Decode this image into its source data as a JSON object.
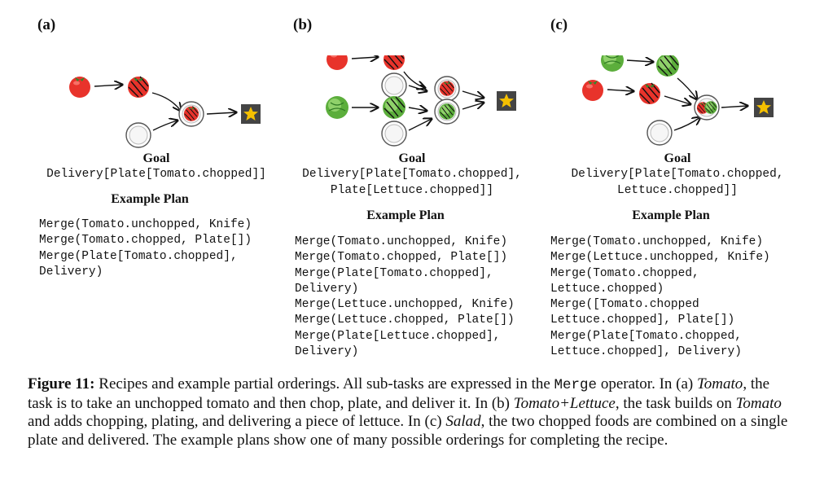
{
  "panels": [
    {
      "label": "(a)",
      "goal_title": "Goal",
      "goal_lines": [
        "Delivery[Plate[Tomato.chopped]]"
      ],
      "plan_title": "Example Plan",
      "plan": [
        "Merge(Tomato.unchopped, Knife)",
        "Merge(Tomato.chopped, Plate[])",
        "Merge(Plate[Tomato.chopped],",
        "Delivery)"
      ]
    },
    {
      "label": "(b)",
      "goal_title": "Goal",
      "goal_lines": [
        "Delivery[Plate[Tomato.chopped],",
        "Plate[Lettuce.chopped]]"
      ],
      "plan_title": "Example Plan",
      "plan": [
        "Merge(Tomato.unchopped, Knife)",
        "Merge(Tomato.chopped, Plate[])",
        "Merge(Plate[Tomato.chopped],",
        "Delivery)",
        "Merge(Lettuce.unchopped, Knife)",
        "Merge(Lettuce.chopped, Plate[])",
        "Merge(Plate[Lettuce.chopped],",
        "Delivery)"
      ]
    },
    {
      "label": "(c)",
      "goal_title": "Goal",
      "goal_lines": [
        "Delivery[Plate[Tomato.chopped,",
        "Lettuce.chopped]]"
      ],
      "plan_title": "Example Plan",
      "plan": [
        "Merge(Tomato.unchopped, Knife)",
        "Merge(Lettuce.unchopped, Knife)",
        "Merge(Tomato.chopped,",
        "Lettuce.chopped)",
        "Merge([Tomato.chopped",
        "Lettuce.chopped], Plate[])",
        "Merge(Plate[Tomato.chopped,",
        "Lettuce.chopped], Delivery)"
      ]
    }
  ],
  "caption": {
    "fig_label": "Figure 11:",
    "s1": " Recipes and example partial orderings. All sub-tasks are expressed in the ",
    "merge": "Merge",
    "s2": " operator. In (a) ",
    "tomato": "Tomato",
    "s3": ", the task is to take an unchopped tomato and then chop, plate, and deliver it. In (b) ",
    "tomato_lettuce": "Tomato+Lettuce",
    "s4": ", the task builds on ",
    "tomato2": "Tomato",
    "s5": " and adds chopping, plating, and delivering a piece of lettuce. In (c) ",
    "salad": "Salad",
    "s6": ", the two chopped foods are combined on a single plate and delivered. The example plans show one of many possible orderings for completing the recipe."
  },
  "icons": {
    "tomato": "tomato-icon",
    "chopped_tomato": "chopped-tomato-icon",
    "lettuce": "lettuce-icon",
    "chopped_lettuce": "chopped-lettuce-icon",
    "plate": "plate-icon",
    "star": "star-delivery-icon"
  },
  "colors": {
    "tomato": "#e8332b",
    "lettuce": "#5cae3c",
    "star": "#f5c000",
    "star_bg": "#444444"
  }
}
